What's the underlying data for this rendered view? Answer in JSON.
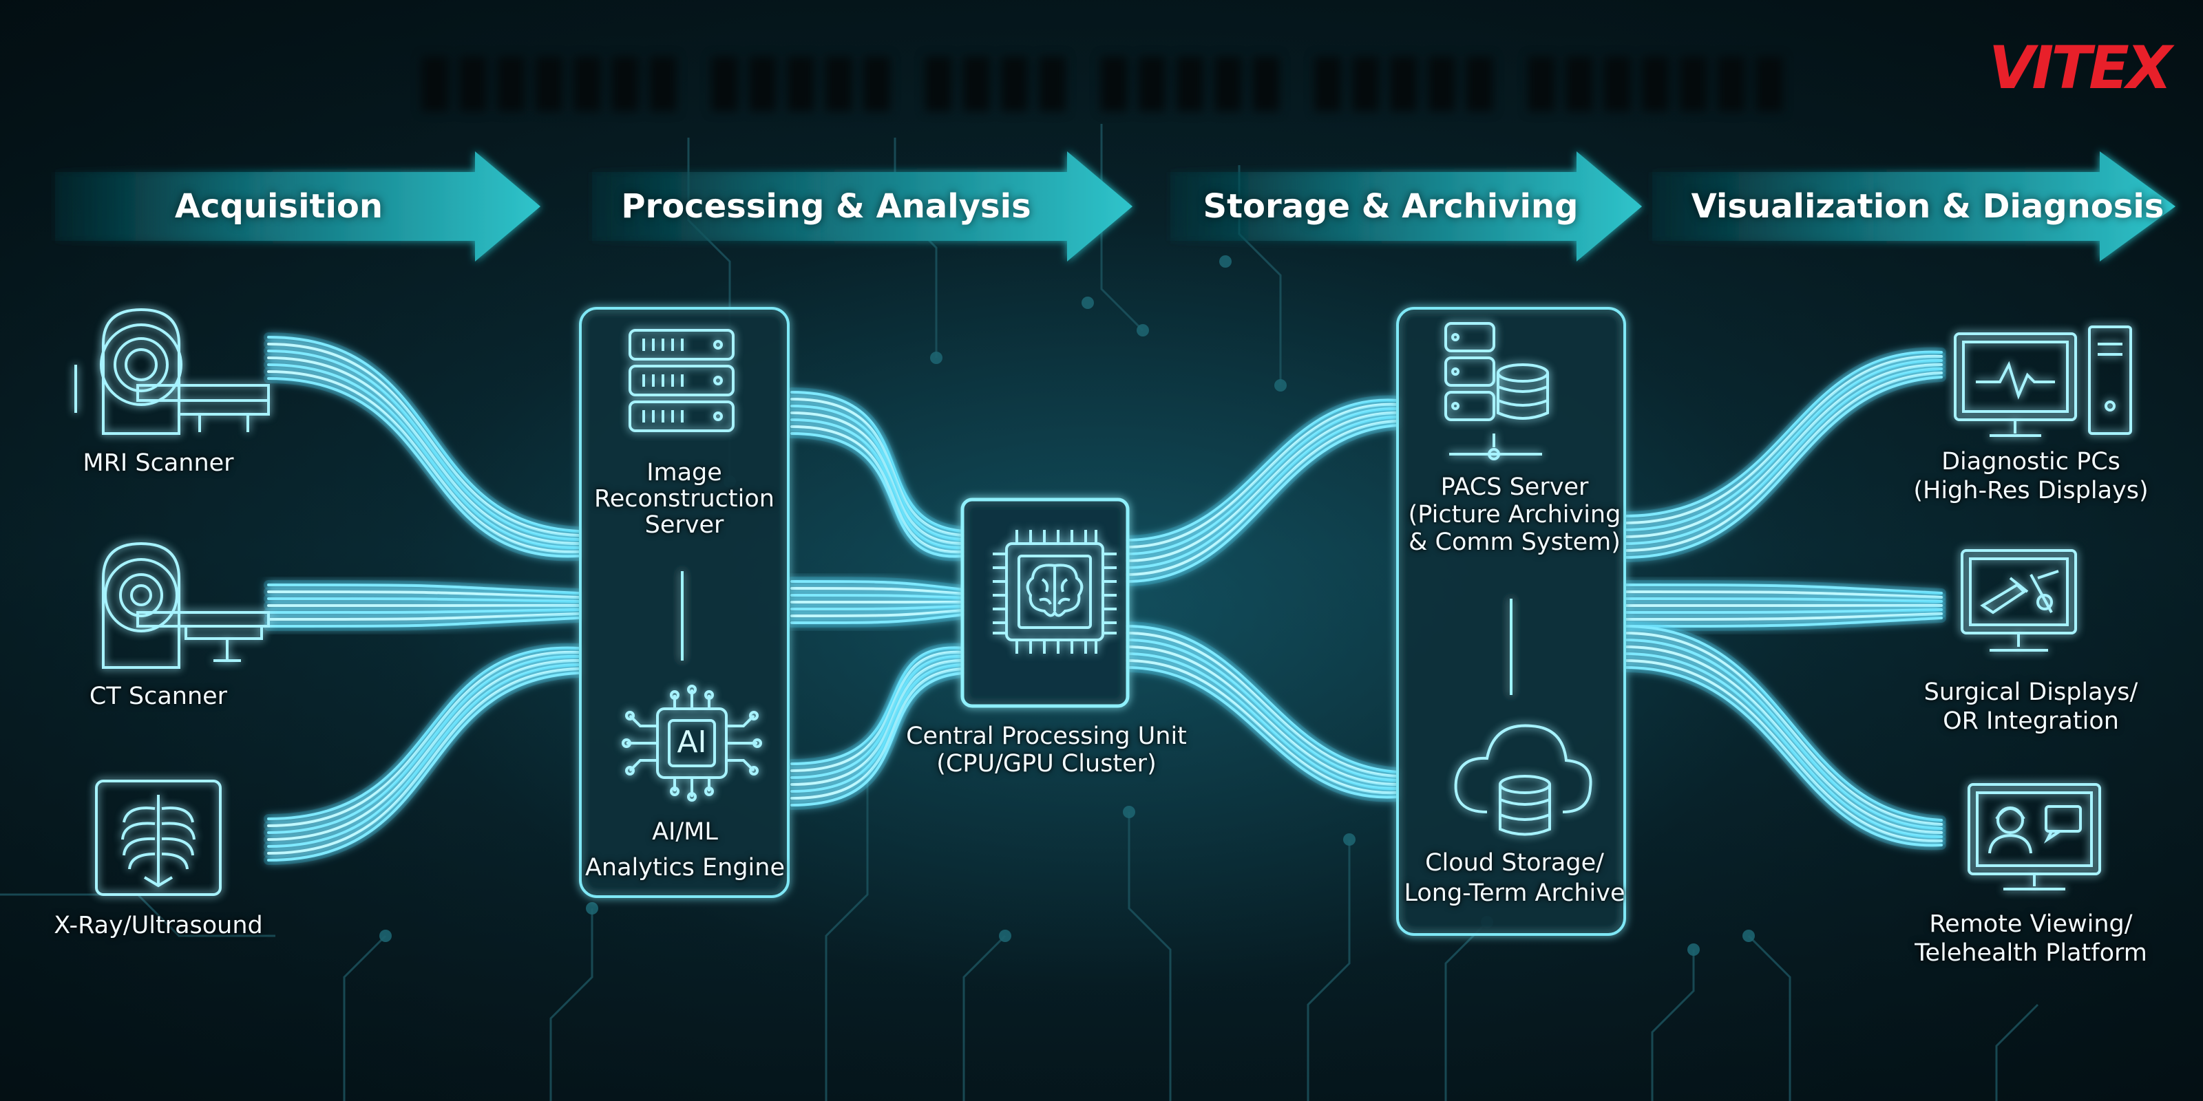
{
  "stages": [
    {
      "label": "Acquisition"
    },
    {
      "label": "Processing & Analysis"
    },
    {
      "label": "Storage & Archiving"
    },
    {
      "label": "Visualization & Diagnosis"
    }
  ],
  "logo": {
    "text": "VITEX",
    "color": "#e8202a"
  },
  "nodes": {
    "mri": {
      "label": "MRI Scanner",
      "icon": "mri-scanner-icon"
    },
    "ct": {
      "label": "CT Scanner",
      "icon": "ct-scanner-icon"
    },
    "xray": {
      "label": "X-Ray/Ultrasound",
      "icon": "xray-icon"
    },
    "recon": {
      "line1": "Image",
      "line2": "Reconstruction",
      "line3": "Server",
      "icon": "server-rack-icon"
    },
    "ai": {
      "line1": "AI/ML",
      "line2": "Analytics Engine",
      "icon_text": "AI",
      "icon": "ai-chip-icon"
    },
    "cpu": {
      "line1": "Central Processing Unit",
      "line2": "(CPU/GPU Cluster)",
      "icon": "brain-chip-icon"
    },
    "pacs": {
      "line1": "PACS Server",
      "line2": "(Picture Archiving",
      "line3": "& Comm System)",
      "icon": "server-database-icon"
    },
    "cloud": {
      "line1": "Cloud Storage/",
      "line2": "Long-Term Archive",
      "icon": "cloud-database-icon"
    },
    "diag": {
      "line1": "Diagnostic PCs",
      "line2": "(High-Res Displays)",
      "icon": "desktop-pc-icon"
    },
    "surg": {
      "line1": "Surgical Displays/",
      "line2": "OR Integration",
      "icon": "surgical-display-icon"
    },
    "remote": {
      "line1": "Remote Viewing/",
      "line2": "Telehealth Platform",
      "icon": "telehealth-monitor-icon"
    }
  },
  "colors": {
    "glow": "#5fe6ff",
    "line": "#9ff4ff",
    "arrow_start": "#0e5660",
    "arrow_end": "#2bb7bf",
    "accent": "#e8202a"
  }
}
